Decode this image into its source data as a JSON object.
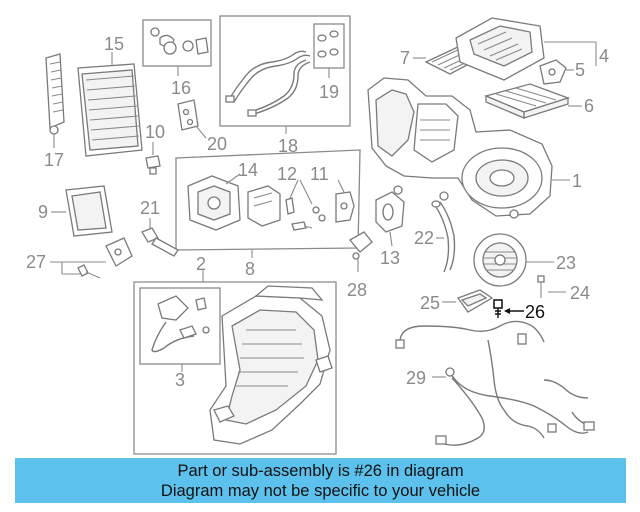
{
  "banner": {
    "line1": "Part or sub-assembly is #26 in diagram",
    "line2": "Diagram may not be specific to your vehicle"
  },
  "highlight_color": "#5dc1ee",
  "highlighted_part": "26",
  "callouts": {
    "c1": "1",
    "c2": "2",
    "c3": "3",
    "c4": "4",
    "c5": "5",
    "c6": "6",
    "c7": "7",
    "c8": "8",
    "c9": "9",
    "c10": "10",
    "c11": "11",
    "c12": "12",
    "c13": "13",
    "c14": "14",
    "c15": "15",
    "c16": "16",
    "c17": "17",
    "c18": "18",
    "c19": "19",
    "c20": "20",
    "c21": "21",
    "c22": "22",
    "c23": "23",
    "c24": "24",
    "c25": "25",
    "c26": "26",
    "c27": "27",
    "c28": "28",
    "c29": "29"
  }
}
